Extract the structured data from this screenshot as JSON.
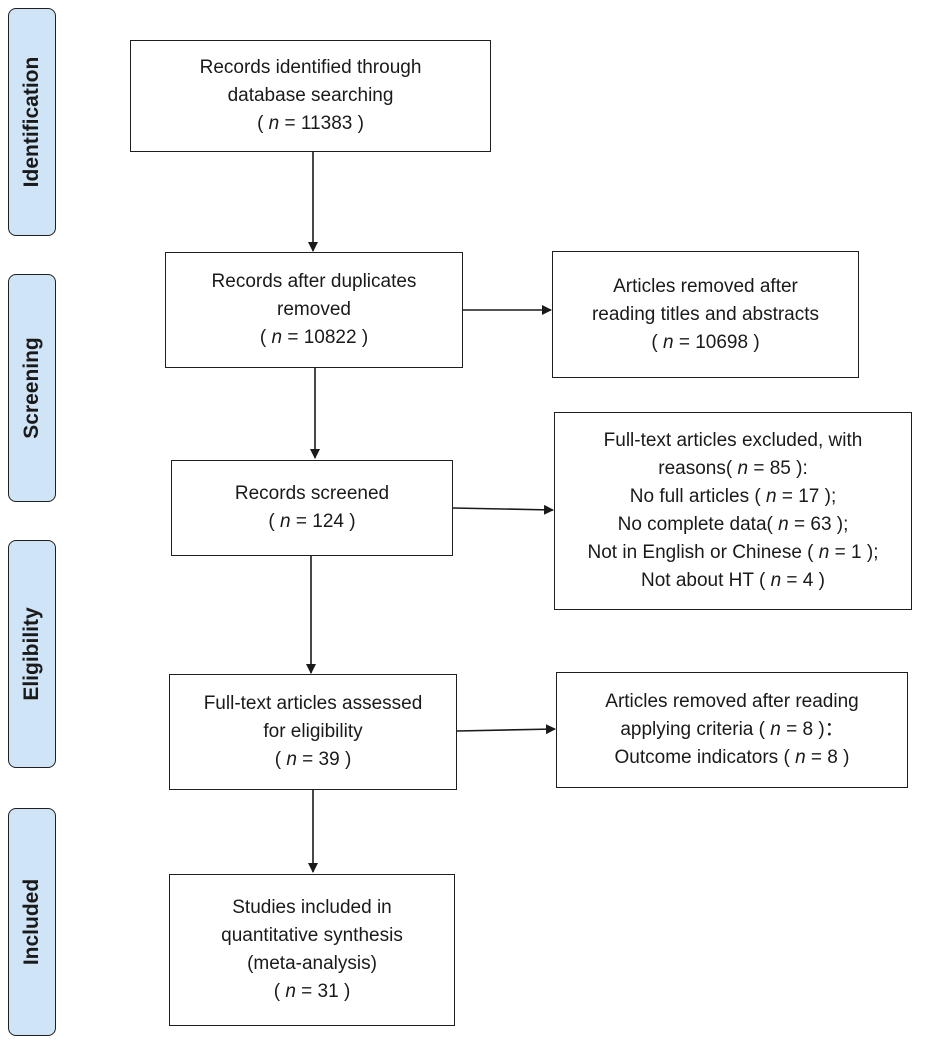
{
  "stages": {
    "identification": "Identification",
    "screening": "Screening",
    "eligibility": "Eligibility",
    "included": "Included"
  },
  "boxes": {
    "identified": {
      "line1": "Records identified through",
      "line2": "database searching",
      "count_prefix": "( ",
      "n": "n",
      "count": " = 11383 )"
    },
    "duplicates": {
      "line1": "Records after duplicates",
      "line2": "removed",
      "count_prefix": "( ",
      "n": "n",
      "count": " = 10822 )"
    },
    "removed_titles": {
      "line1": "Articles removed after",
      "line2": "reading titles and abstracts",
      "count_prefix": "( ",
      "n": "n",
      "count": " = 10698 )"
    },
    "screened": {
      "line1": "Records screened",
      "count_prefix": "( ",
      "n": "n",
      "count": " = 124 )"
    },
    "excluded": {
      "line1": "Full-text articles excluded, with",
      "r2_a": "reasons( ",
      "r2_n": "n",
      "r2_b": " = 85 ):",
      "r3_a": "No full articles ( ",
      "r3_n": "n",
      "r3_b": " = 17 );",
      "r4_a": "No complete data( ",
      "r4_n": "n",
      "r4_b": " = 63 );",
      "r5_a": "Not in English or Chinese ( ",
      "r5_n": "n",
      "r5_b": " = 1 );",
      "r6_a": "Not about HT ( ",
      "r6_n": "n",
      "r6_b": " = 4 )"
    },
    "assessed": {
      "line1": "Full-text articles assessed",
      "line2": "for eligibility",
      "count_prefix": "( ",
      "n": "n",
      "count": " = 39 )"
    },
    "removed_criteria": {
      "line1": "Articles removed after reading",
      "r2_a": "applying criteria ( ",
      "r2_n": "n",
      "r2_b": " = 8 )：",
      "r3_a": "Outcome indicators ( ",
      "r3_n": "n",
      "r3_b": " = 8 )"
    },
    "included": {
      "line1": "Studies included in",
      "line2": "quantitative synthesis",
      "line3": "(meta-analysis)",
      "count_prefix": "( ",
      "n": "n",
      "count": " = 31 )"
    }
  }
}
